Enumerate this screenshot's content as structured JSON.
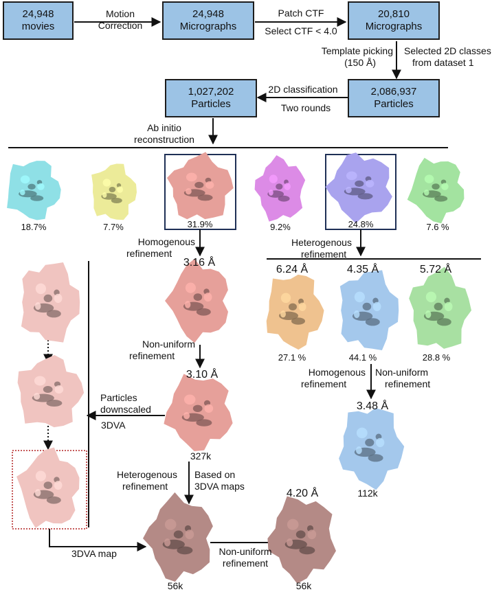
{
  "boxes": {
    "movies": {
      "count": "24,948",
      "label": "movies"
    },
    "micrographs1": {
      "count": "24,948",
      "label": "Micrographs"
    },
    "micrographs2": {
      "count": "20,810",
      "label": "Micrographs"
    },
    "particles_big": {
      "count": "2,086,937",
      "label": "Particles"
    },
    "particles_small": {
      "count": "1,027,202",
      "label": "Particles"
    }
  },
  "steps": {
    "motion": [
      "Motion",
      "Correction"
    ],
    "patch_ctf": "Patch CTF",
    "select_ctf": "Select CTF < 4.0",
    "template": [
      "Template picking",
      "(150 Å)"
    ],
    "selected2d": [
      "Selected 2D classes",
      "from dataset 1"
    ],
    "class2d": "2D classification",
    "two_rounds": "Two rounds",
    "ab_initio": [
      "Ab initio",
      "reconstruction"
    ],
    "homog_left": [
      "Homogenous",
      "refinement"
    ],
    "hetero_right": [
      "Heterogenous",
      "refinement"
    ],
    "nu_left": [
      "Non-uniform",
      "refinement"
    ],
    "downscaled": [
      "Particles",
      "downscaled"
    ],
    "dva": "3DVA",
    "hetero_bottom": [
      "Heterogenous",
      "refinement"
    ],
    "based_on": [
      "Based on",
      "3DVA maps"
    ],
    "dva_map": "3DVA map",
    "nu_bottom": [
      "Non-uniform",
      "refinement"
    ],
    "homog_right": [
      "Homogenous",
      "refinement"
    ],
    "nu_right": [
      "Non-uniform",
      "refinement"
    ]
  },
  "classes": [
    {
      "pct": "18.7%",
      "color": "#8fe0e6"
    },
    {
      "pct": "7.7%",
      "color": "#eceb99"
    },
    {
      "pct": "31.9%",
      "color": "#e6a09a"
    },
    {
      "pct": "9.2%",
      "color": "#dc8be6"
    },
    {
      "pct": "24.8%",
      "color": "#a9a3ee"
    },
    {
      "pct": "7.6 %",
      "color": "#a3e3a0"
    }
  ],
  "hetero_classes": [
    {
      "res": "6.24 Å",
      "pct": "27.1 %",
      "color": "#efc28f"
    },
    {
      "res": "4.35 Å",
      "pct": "44.1 %",
      "color": "#a4c8ec"
    },
    {
      "res": "5.72 Å",
      "pct": "28.8 %",
      "color": "#a8e0a2"
    }
  ],
  "results": {
    "homog_res": "3.16 Å",
    "nu_res": "3.10 Å",
    "nu_count": "327k",
    "right_res": "3.48 Å",
    "right_count": "112k",
    "bottom_left_count": "56k",
    "final_res": "4.20 Å",
    "final_count": "56k"
  },
  "colors": {
    "box_fill": "#9cc3e5",
    "salmon": "#e6a09a",
    "pale_pink": "#f0c4c0",
    "brown": "#b48a86",
    "highlight_frame": "#1e2f55",
    "dotted_frame": "#b22222"
  }
}
